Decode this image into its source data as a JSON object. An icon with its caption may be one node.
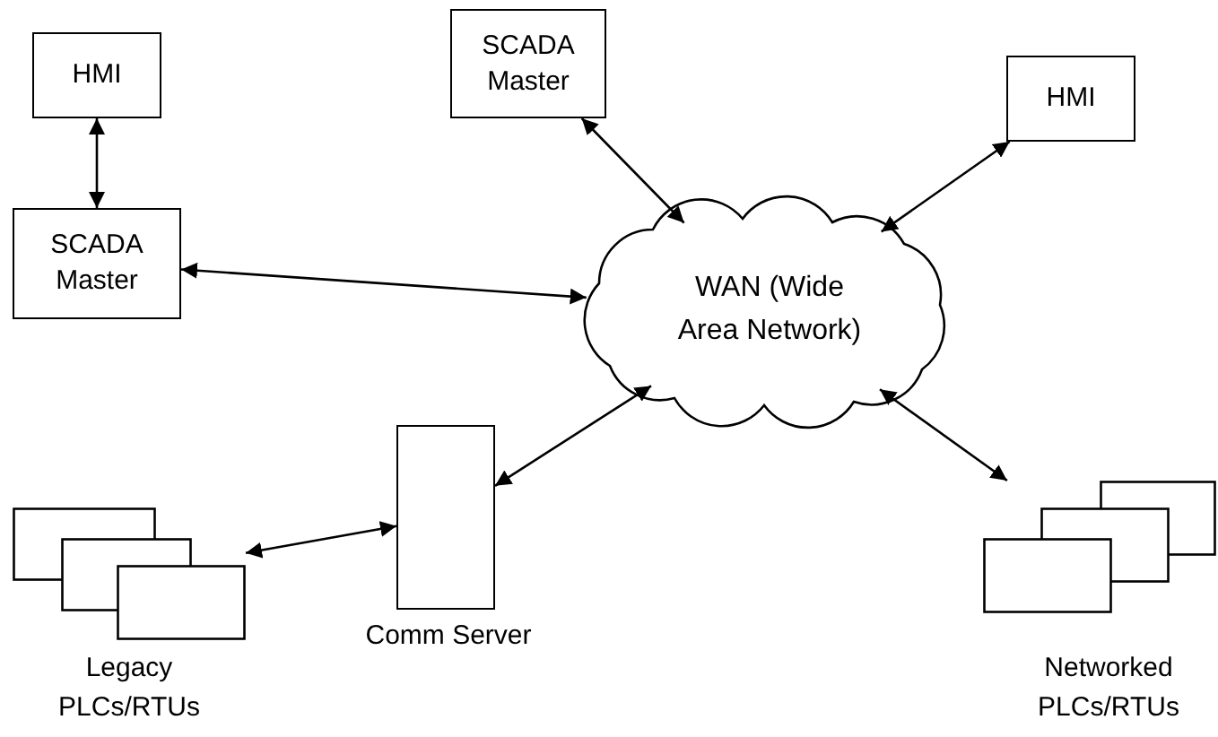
{
  "diagram": {
    "nodes": [
      {
        "text": [
          "HMI"
        ]
      },
      {
        "text": [
          "SCADA Master"
        ]
      },
      {
        "text": [
          "SCADA Master"
        ]
      },
      {
        "text": [
          "HMI"
        ]
      },
      {
        "text": [
          "WAN (Wide Area Network)"
        ]
      },
      {
        "text": [],
        "shape": "box",
        "beside": [
          "Comm Server"
        ]
      },
      {
        "text": [],
        "shape": "box",
        "beside": [
          "Legacy PLCs/RTUs"
        ]
      },
      {
        "text": [],
        "shape": "box",
        "beside": [
          "Networked PLCs/RTUs"
        ]
      }
    ],
    "edges": [
      {
        "from": 0,
        "to": 1,
        "arrow": "both"
      },
      {
        "from": 1,
        "to": 4,
        "arrow": "both"
      },
      {
        "from": 2,
        "to": 4,
        "arrow": "both"
      },
      {
        "from": 3,
        "to": 4,
        "arrow": "both"
      },
      {
        "from": 5,
        "to": 4,
        "arrow": "both"
      },
      {
        "from": 6,
        "to": 5,
        "arrow": "both"
      },
      {
        "from": 4,
        "to": 7,
        "arrow": "both"
      }
    ]
  }
}
